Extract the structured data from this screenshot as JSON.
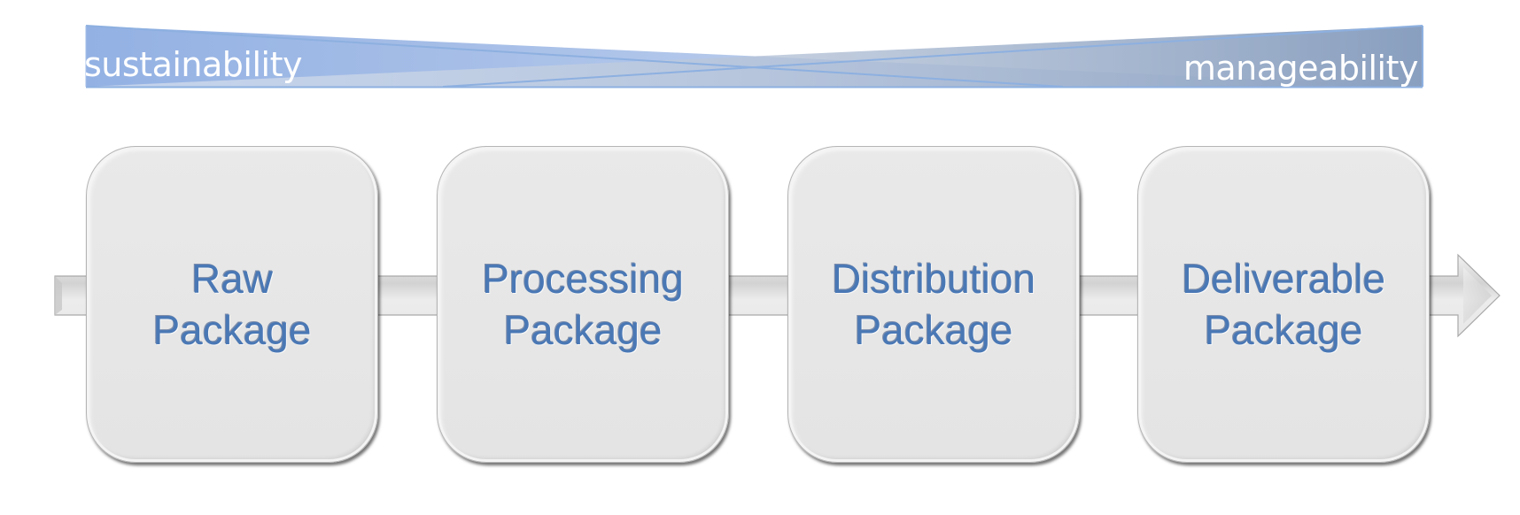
{
  "diagram": {
    "title_band": {
      "left_label": "sustainability",
      "right_label": "manageability",
      "colors": {
        "left_start": "#93b1e3",
        "left_end": "#c9d7ee",
        "right_start": "#d3dcea",
        "right_end": "#8aa0c0",
        "edge": "#8db0e0"
      }
    },
    "flow_arrow": {
      "icon": "right-arrow-icon",
      "color": "#e6e6e6"
    },
    "packages": [
      {
        "line1": "Raw",
        "line2": "Package"
      },
      {
        "line1": "Processing",
        "line2": "Package"
      },
      {
        "line1": "Distribution",
        "line2": "Package"
      },
      {
        "line1": "Deliverable",
        "line2": "Package"
      }
    ],
    "text_color": "#4a78b5",
    "box_color": "#e6e6e6"
  }
}
